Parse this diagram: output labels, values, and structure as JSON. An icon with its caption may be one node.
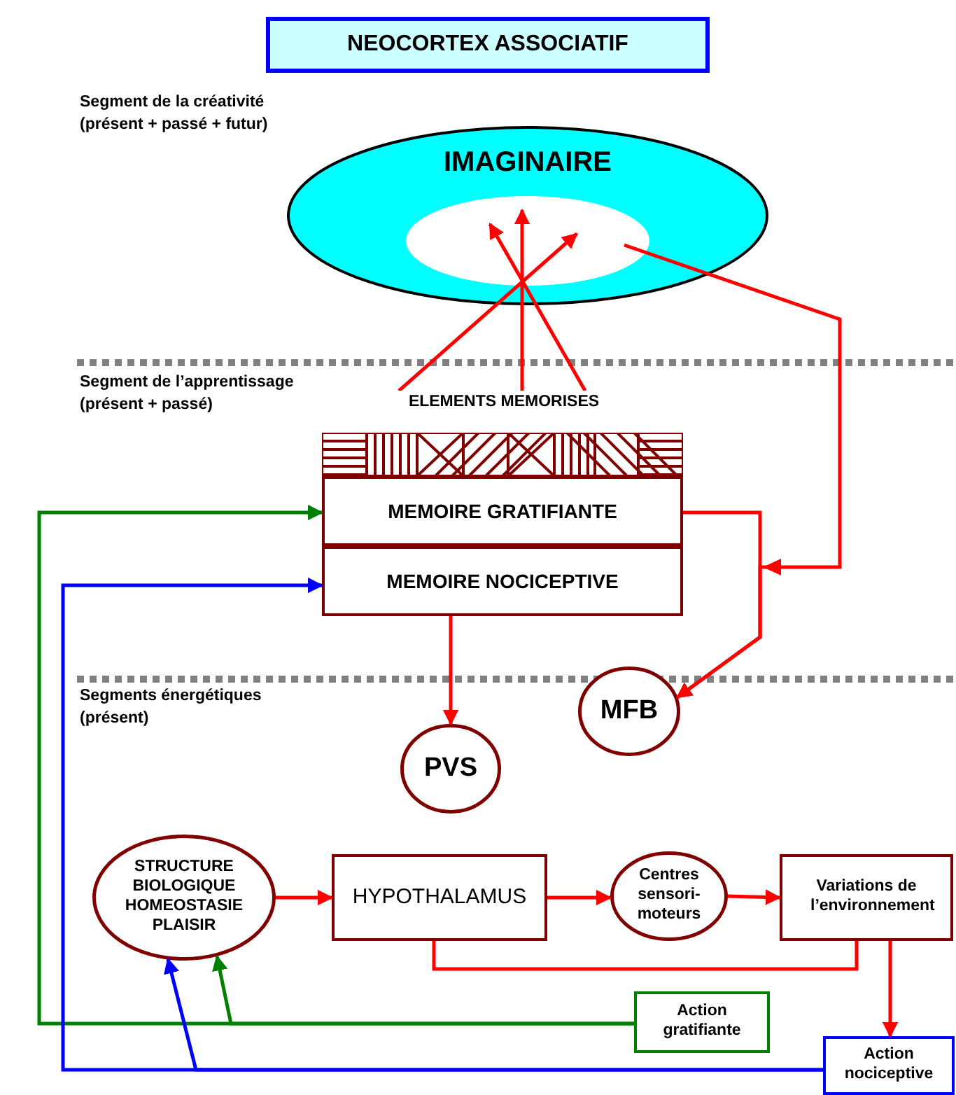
{
  "diagram": {
    "nodes": [
      {
        "text": [
          "NEOCORTEX ASSOCIATIF"
        ]
      },
      {
        "text": [
          "IMAGINAIRE"
        ]
      },
      {
        "text": [],
        "shape": "ellipse",
        "in": 1
      },
      {
        "text": [
          "ELEMENTS MEMORISES"
        ]
      },
      {
        "text": [
          "MEMOIRE GRATIFIANTE"
        ]
      },
      {
        "text": [
          "MEMOIRE NOCICEPTIVE"
        ]
      },
      {
        "text": [
          "MFB"
        ]
      },
      {
        "text": [
          "PVS"
        ]
      },
      {
        "text": [
          "STRUCTURE BIOLOGIQUE HOMEOSTASIE PLAISIR"
        ]
      },
      {
        "text": [
          "HYPOTHALAMUS"
        ]
      },
      {
        "text": [
          "Centres sensori-moteurs"
        ]
      },
      {
        "text": [
          "Variations de l’environnement"
        ]
      },
      {
        "text": [
          "Action gratifiante"
        ]
      },
      {
        "text": [
          "Action nociceptive"
        ]
      }
    ],
    "edges": [
      {
        "from": 3,
        "to": 2,
        "arrow": "to"
      },
      {
        "from": 3,
        "to": 2,
        "arrow": "to"
      },
      {
        "from": 3,
        "to": 2,
        "arrow": "to"
      },
      {
        "from": 2,
        "to": 6,
        "arrow": "to"
      },
      {
        "from": 4,
        "to": 6,
        "arrow": "to"
      },
      {
        "from": 5,
        "to": 7,
        "arrow": "to"
      },
      {
        "from": 8,
        "to": 9,
        "arrow": "to"
      },
      {
        "from": 9,
        "to": 10,
        "arrow": "to"
      },
      {
        "from": 10,
        "to": 11,
        "arrow": "to"
      },
      {
        "from": 9,
        "to": 11,
        "arrow": "none"
      },
      {
        "from": 11,
        "to": 13,
        "arrow": "to"
      },
      {
        "from": 12,
        "to": 4,
        "arrow": "to",
        "color": "#008000"
      },
      {
        "from": 12,
        "to": 8,
        "arrow": "to",
        "color": "#008000"
      },
      {
        "from": 13,
        "to": 5,
        "arrow": "to",
        "color": "#0000ff"
      },
      {
        "from": 13,
        "to": 8,
        "arrow": "to",
        "color": "#0000ff"
      }
    ],
    "labels": [
      "Segment de la créativité (présent + passé + futur)",
      "Segment de l’apprentissage (présent + passé)",
      "Segments énergétiques (présent)"
    ]
  }
}
